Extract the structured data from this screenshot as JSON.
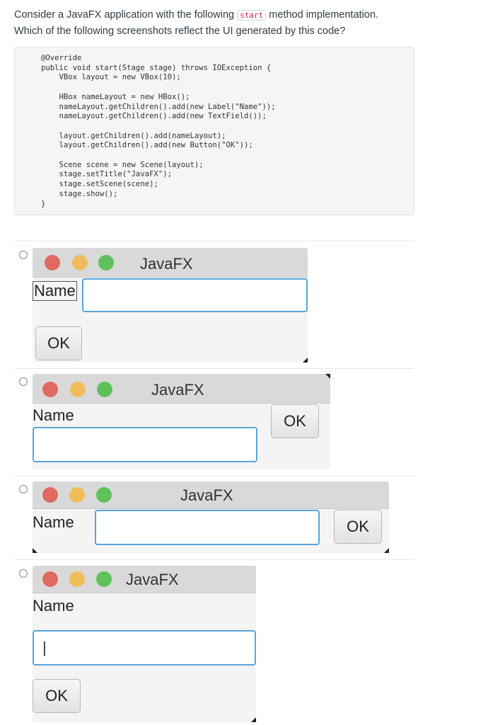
{
  "question": {
    "line1_before": "Consider a JavaFX application with the following ",
    "code_term": "start",
    "line1_after": " method implementation.",
    "line2": "Which of the following screenshots reflect the UI generated by this code?"
  },
  "code": "@Override\npublic void start(Stage stage) throws IOException {\n    VBox layout = new VBox(10);\n\n    HBox nameLayout = new HBox();\n    nameLayout.getChildren().add(new Label(\"Name\"));\n    nameLayout.getChildren().add(new TextField());\n\n    layout.getChildren().add(nameLayout);\n    layout.getChildren().add(new Button(\"OK\"));\n\n    Scene scene = new Scene(layout);\n    stage.setTitle(\"JavaFX\");\n    stage.setScene(scene);\n    stage.show();\n}",
  "options": [
    {
      "title": "JavaFX",
      "label": "Name",
      "button": "OK"
    },
    {
      "title": "JavaFX",
      "label": "Name",
      "button": "OK"
    },
    {
      "title": "JavaFX",
      "label": "Name",
      "button": "OK"
    },
    {
      "title": "JavaFX",
      "label": "Name",
      "button": "OK",
      "field_value": "|"
    }
  ],
  "colors": {
    "red_dot": "#e06a5f",
    "yellow_dot": "#f0bd5a",
    "green_dot": "#5fc15b",
    "focus_border": "#5aa4da"
  }
}
